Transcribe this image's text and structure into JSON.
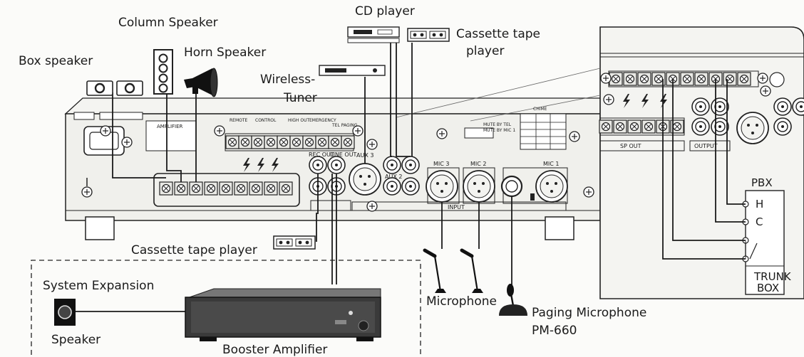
{
  "labels": {
    "cd_player": "CD player",
    "column_speaker": "Column Speaker",
    "box_speaker": "Box speaker",
    "horn_speaker": "Horn Speaker",
    "wireless_tuner_1": "Wireless-",
    "wireless_tuner_2": "Tuner",
    "cassette_top_1": "Cassette tape",
    "cassette_top_2": "player",
    "cassette_bottom": "Cassette tape player",
    "system_expansion": "System Expansion",
    "speaker": "Speaker",
    "booster_amplifier": "Booster Amplifier",
    "microphone": "Microphone",
    "paging_mic_1": "Paging Microphone",
    "paging_mic_2": "PM-660",
    "pbx": "PBX",
    "pbx_h": "H",
    "pbx_c": "C",
    "trunk_box_1": "TRUNK",
    "trunk_box_2": "BOX"
  },
  "panel": {
    "rec_out": "REC OUT",
    "line_out": "LINE OUT",
    "aux3": "AUX 3",
    "aux2": "AUX 2",
    "mic3": "MIC 3",
    "mic2": "MIC 2",
    "mic1": "MIC 1",
    "input": "INPUT",
    "output": "OUTPUT",
    "sp_out": "SP OUT",
    "amplifier": "AMPLIFIER",
    "tel_paging": "TEL PAGING",
    "emergency": "EMERGENCY",
    "remote": "REMOTE",
    "control": "CONTROL",
    "high_out": "HIGH OUT",
    "chime": "CHIME",
    "mute_by_tel": "MUTE BY TEL",
    "mute_by_mic1": "MUTE BY MIC 1"
  },
  "colors": {
    "line": "#1a1a1a",
    "chassis": "#efefec",
    "terminal": "#d6d6d2"
  }
}
